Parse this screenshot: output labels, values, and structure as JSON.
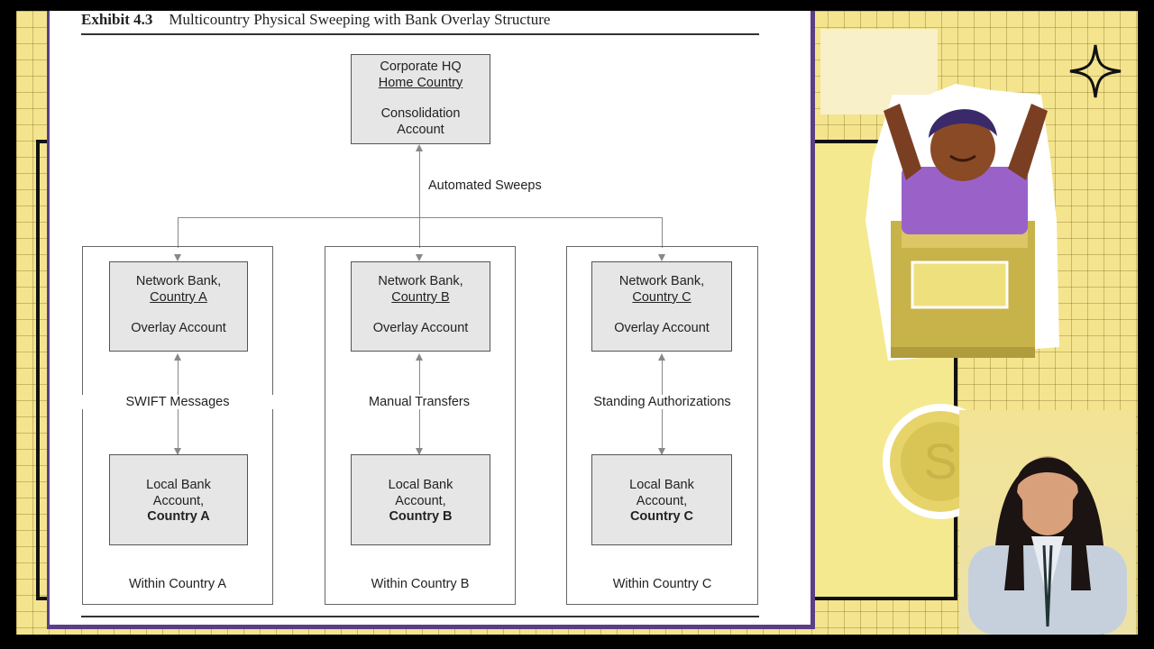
{
  "exhibit": {
    "number": "Exhibit 4.3",
    "title": "Multicountry Physical Sweeping with Bank Overlay Structure"
  },
  "hq": {
    "line1": "Corporate HQ",
    "line2": "Home Country",
    "line3": "Consolidation",
    "line4": "Account"
  },
  "sweep_label": "Automated Sweeps",
  "countries": [
    {
      "network_line1": "Network Bank,",
      "network_line2": "Country A",
      "overlay": "Overlay Account",
      "link_label": "SWIFT Messages",
      "local_line1": "Local Bank",
      "local_line2": "Account,",
      "local_line3": "Country A",
      "within": "Within Country A"
    },
    {
      "network_line1": "Network Bank,",
      "network_line2": "Country B",
      "overlay": "Overlay Account",
      "link_label": "Manual Transfers",
      "local_line1": "Local Bank",
      "local_line2": "Account,",
      "local_line3": "Country B",
      "within": "Within Country B"
    },
    {
      "network_line1": "Network Bank,",
      "network_line2": "Country C",
      "overlay": "Overlay Account",
      "link_label": "Standing Authorizations",
      "local_line1": "Local Bank",
      "local_line2": "Account,",
      "local_line3": "Country C",
      "within": "Within Country C"
    }
  ],
  "coin_symbol": "S",
  "colors": {
    "background": "#f4e48e",
    "panel_border": "#5b3f86",
    "box_fill": "#e6e6e6"
  }
}
